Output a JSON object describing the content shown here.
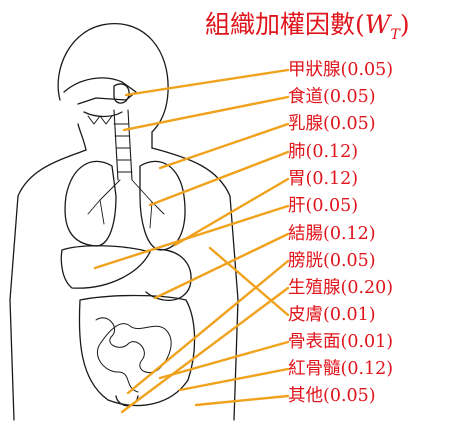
{
  "title": {
    "main": "組織加權因數(",
    "symbol": "W",
    "subscript": "T",
    "close": ")"
  },
  "organs": [
    {
      "name": "甲狀腺",
      "factor": "(0.05)"
    },
    {
      "name": "食道",
      "factor": "(0.05)"
    },
    {
      "name": "乳腺",
      "factor": "(0.05)"
    },
    {
      "name": "肺",
      "factor": "(0.12)"
    },
    {
      "name": "胃",
      "factor": "(0.12)"
    },
    {
      "name": "肝",
      "factor": "(0.05)"
    },
    {
      "name": "結腸",
      "factor": "(0.12)"
    },
    {
      "name": "膀胱",
      "factor": "(0.05)"
    },
    {
      "name": "生殖腺",
      "factor": "(0.20)"
    },
    {
      "name": "皮膚",
      "factor": "(0.01)"
    },
    {
      "name": "骨表面",
      "factor": "(0.01)"
    },
    {
      "name": "紅骨髓",
      "factor": "(0.12)"
    },
    {
      "name": "其他",
      "factor": "(0.05)"
    }
  ],
  "colors": {
    "label_text": "#e0141b",
    "leader_line": "#f0a21c",
    "outline": "#1a1a1a"
  }
}
